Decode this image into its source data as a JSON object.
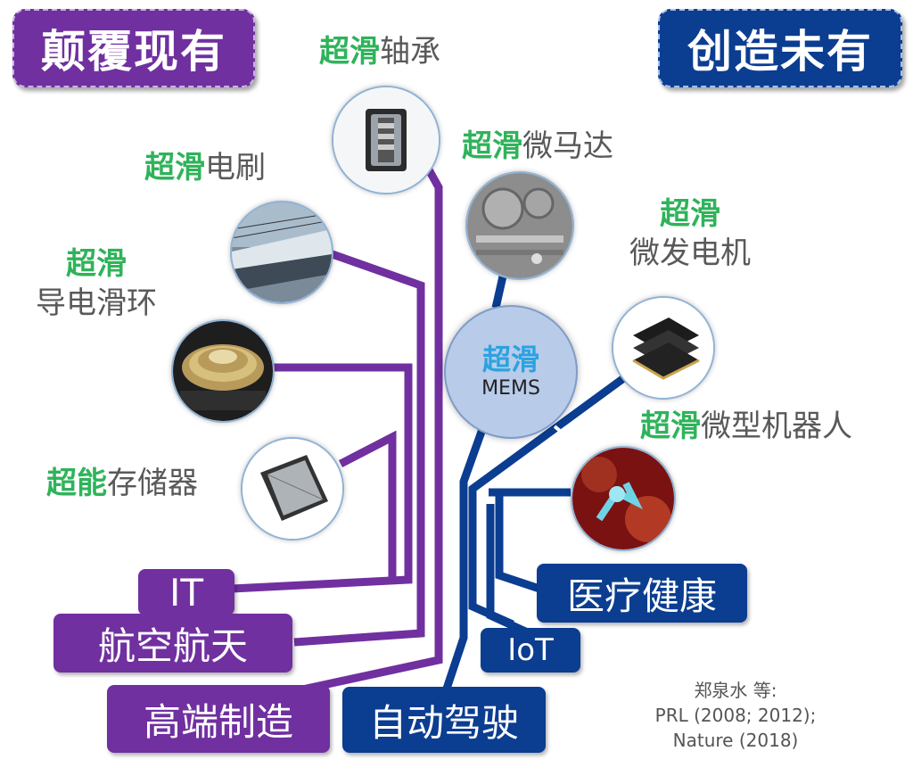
{
  "headers": {
    "left": "颠覆现有",
    "right": "创造未有"
  },
  "labels": {
    "bearing": {
      "hl": "超滑",
      "rest": "轴承"
    },
    "brush": {
      "hl": "超滑",
      "rest": "电刷"
    },
    "slipring": {
      "hl": "超滑",
      "line2": "导电滑环"
    },
    "storage": {
      "hl": "超能",
      "rest": "存储器"
    },
    "micromotor": {
      "hl": "超滑",
      "rest": "微马达"
    },
    "generator": {
      "hl": "超滑",
      "line2": "微发电机"
    },
    "robot": {
      "hl": "超滑",
      "rest": "微型机器人"
    }
  },
  "mems": {
    "title": "超滑",
    "subtitle": "MEMS"
  },
  "boxes": {
    "it": "IT",
    "aerospace": "航空航天",
    "manufacturing": "高端制造",
    "autodrive": "自动驾驶",
    "iot": "IoT",
    "health": "医疗健康"
  },
  "citation": {
    "line1": "郑泉水  等:",
    "line2": "PRL (2008; 2012);",
    "line3": "Nature (2018)"
  },
  "colors": {
    "purple": "#7030a0",
    "blue": "#0b3d91",
    "green": "#2fb35a",
    "mems_text": "#2aa3e0"
  }
}
